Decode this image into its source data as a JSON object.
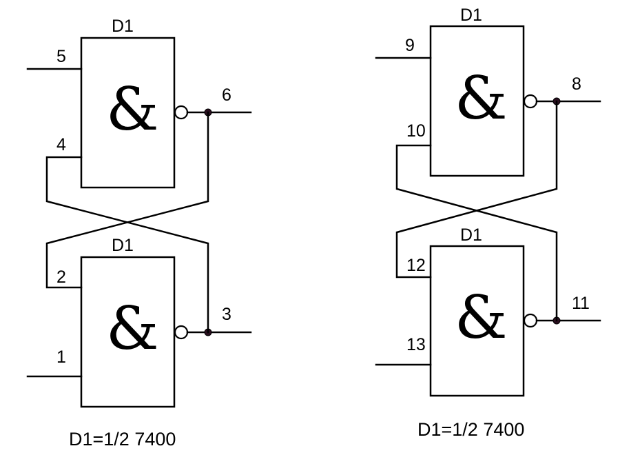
{
  "left_circuit": {
    "top_gate": {
      "designator": "D1",
      "symbol": "&",
      "input_top_pin": "5",
      "input_bottom_pin": "4",
      "output_pin": "6"
    },
    "bottom_gate": {
      "designator": "D1",
      "symbol": "&",
      "input_top_pin": "2",
      "input_bottom_pin": "1",
      "output_pin": "3"
    },
    "caption": "D1=1/2 7400"
  },
  "right_circuit": {
    "top_gate": {
      "designator": "D1",
      "symbol": "&",
      "input_top_pin": "9",
      "input_bottom_pin": "10",
      "output_pin": "8"
    },
    "bottom_gate": {
      "designator": "D1",
      "symbol": "&",
      "input_top_pin": "12",
      "input_bottom_pin": "13",
      "output_pin": "11"
    },
    "caption": "D1=1/2 7400"
  }
}
